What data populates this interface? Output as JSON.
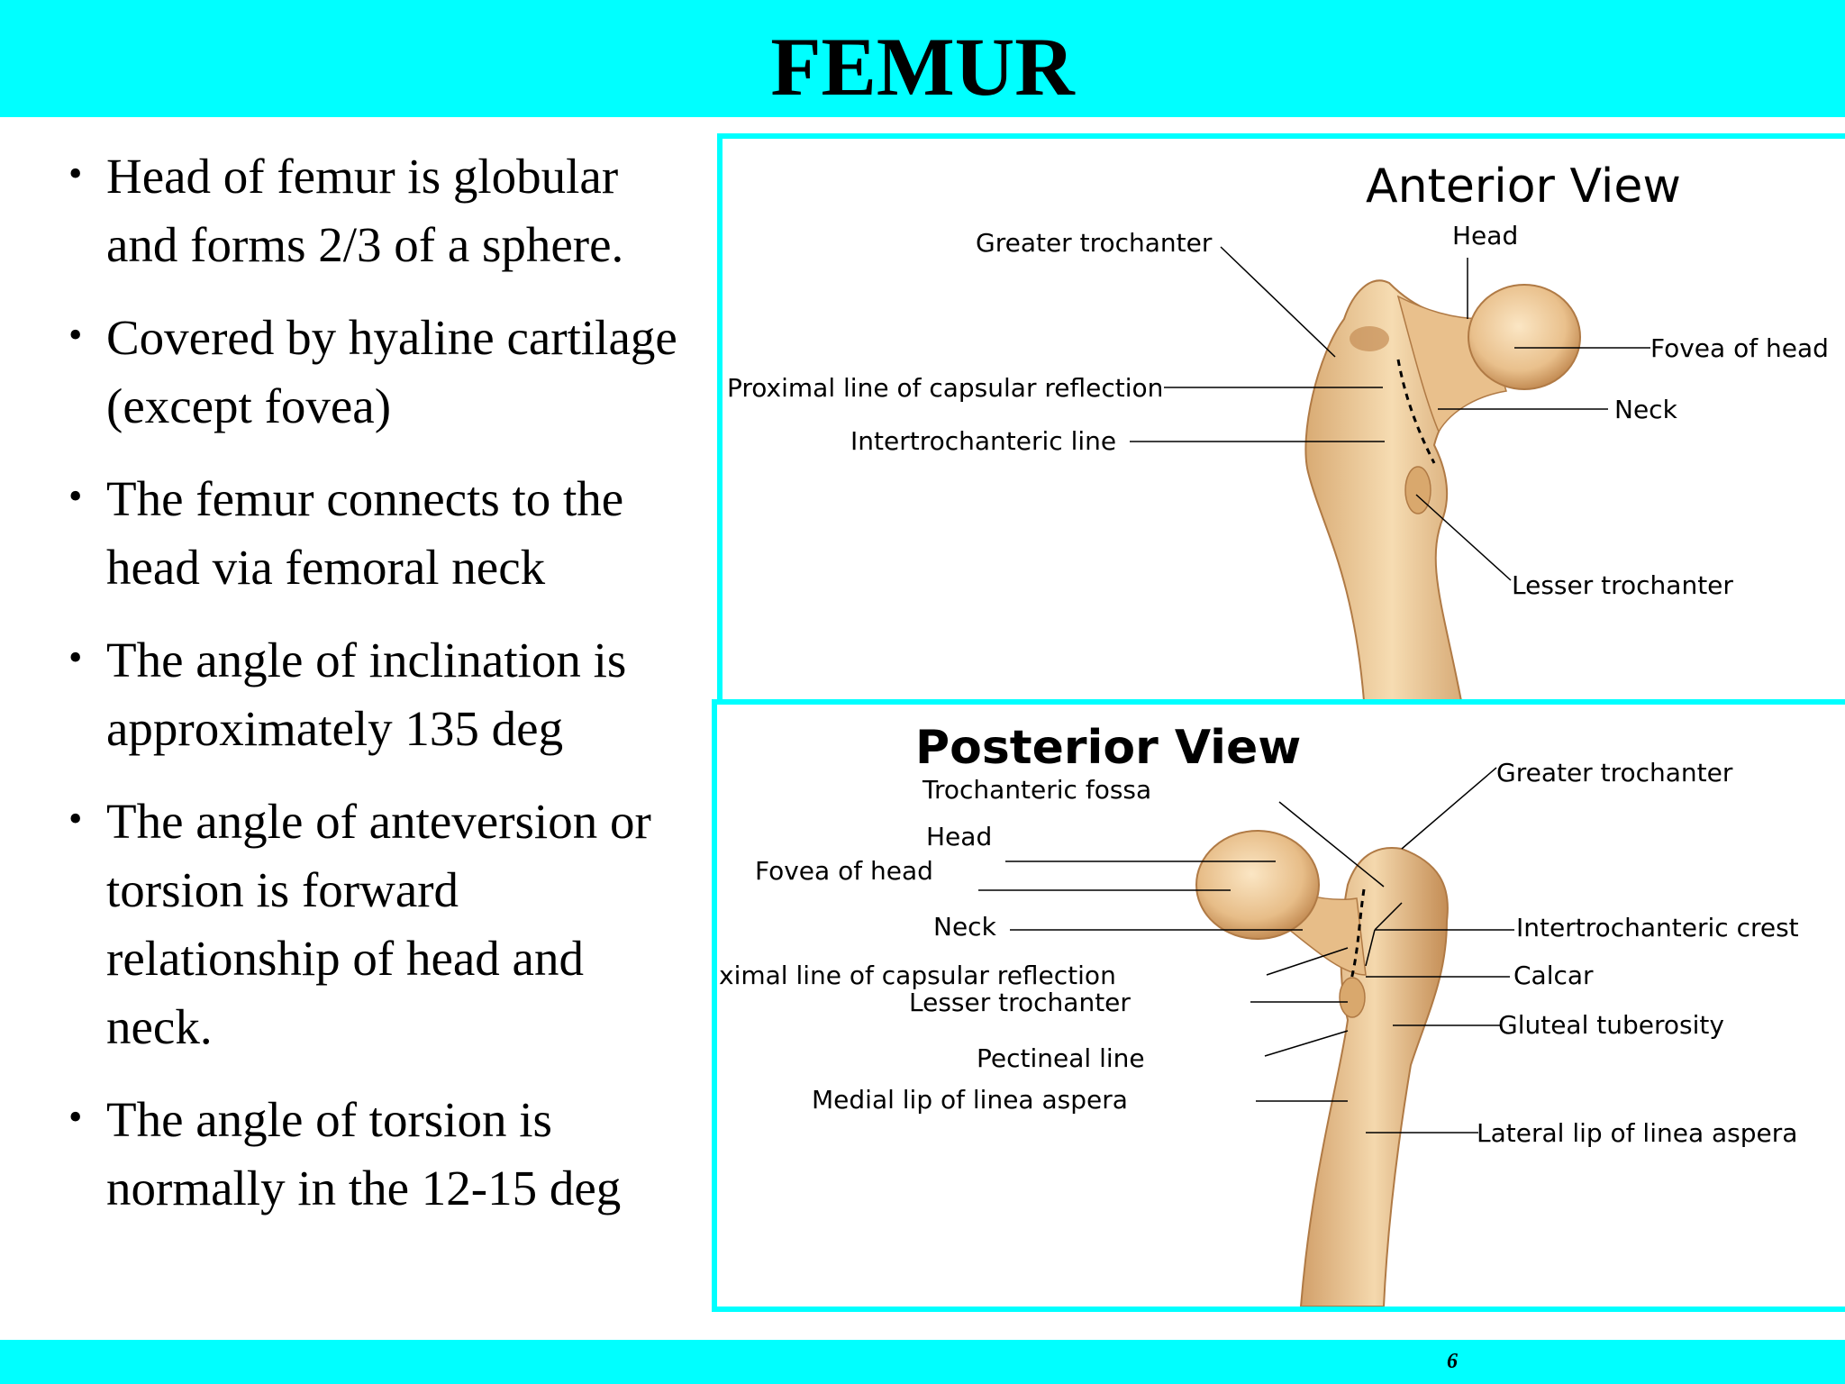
{
  "slide": {
    "title": "FEMUR",
    "page_number": "6",
    "accent_color": "#00FFFF"
  },
  "bullets": [
    "Head of  femur is globular and forms  2/3 of a sphere.",
    "Covered by hyaline cartilage (except fovea)",
    "The femur connects to the head via femoral neck",
    "The angle of inclination is approximately 135 deg",
    "The angle of anteversion or torsion is forward relationship of head and neck.",
    "The angle of torsion is normally in the 12-15 deg"
  ],
  "anterior_view": {
    "title": "Anterior View",
    "labels": {
      "greater_trochanter": "Greater trochanter",
      "head": "Head",
      "fovea_of_head": "Fovea of head",
      "proximal_line": "Proximal line of capsular reflection",
      "neck": "Neck",
      "intertrochanteric_line": "Intertrochanteric line",
      "lesser_trochanter": "Lesser trochanter"
    }
  },
  "posterior_view": {
    "title": "Posterior View",
    "labels": {
      "greater_trochanter": "Greater trochanter",
      "trochanteric_fossa": "Trochanteric fossa",
      "head": "Head",
      "fovea_of_head": "Fovea of head",
      "neck": "Neck",
      "intertrochanteric_crest": "Intertrochanteric crest",
      "proximal_line": "ximal line of capsular reflection",
      "calcar": "Calcar",
      "lesser_trochanter": "Lesser trochanter",
      "gluteal_tuberosity": "Gluteal tuberosity",
      "pectineal_line": "Pectineal line",
      "medial_lip": "Medial lip of linea aspera",
      "lateral_lip": "Lateral lip of linea aspera"
    }
  }
}
